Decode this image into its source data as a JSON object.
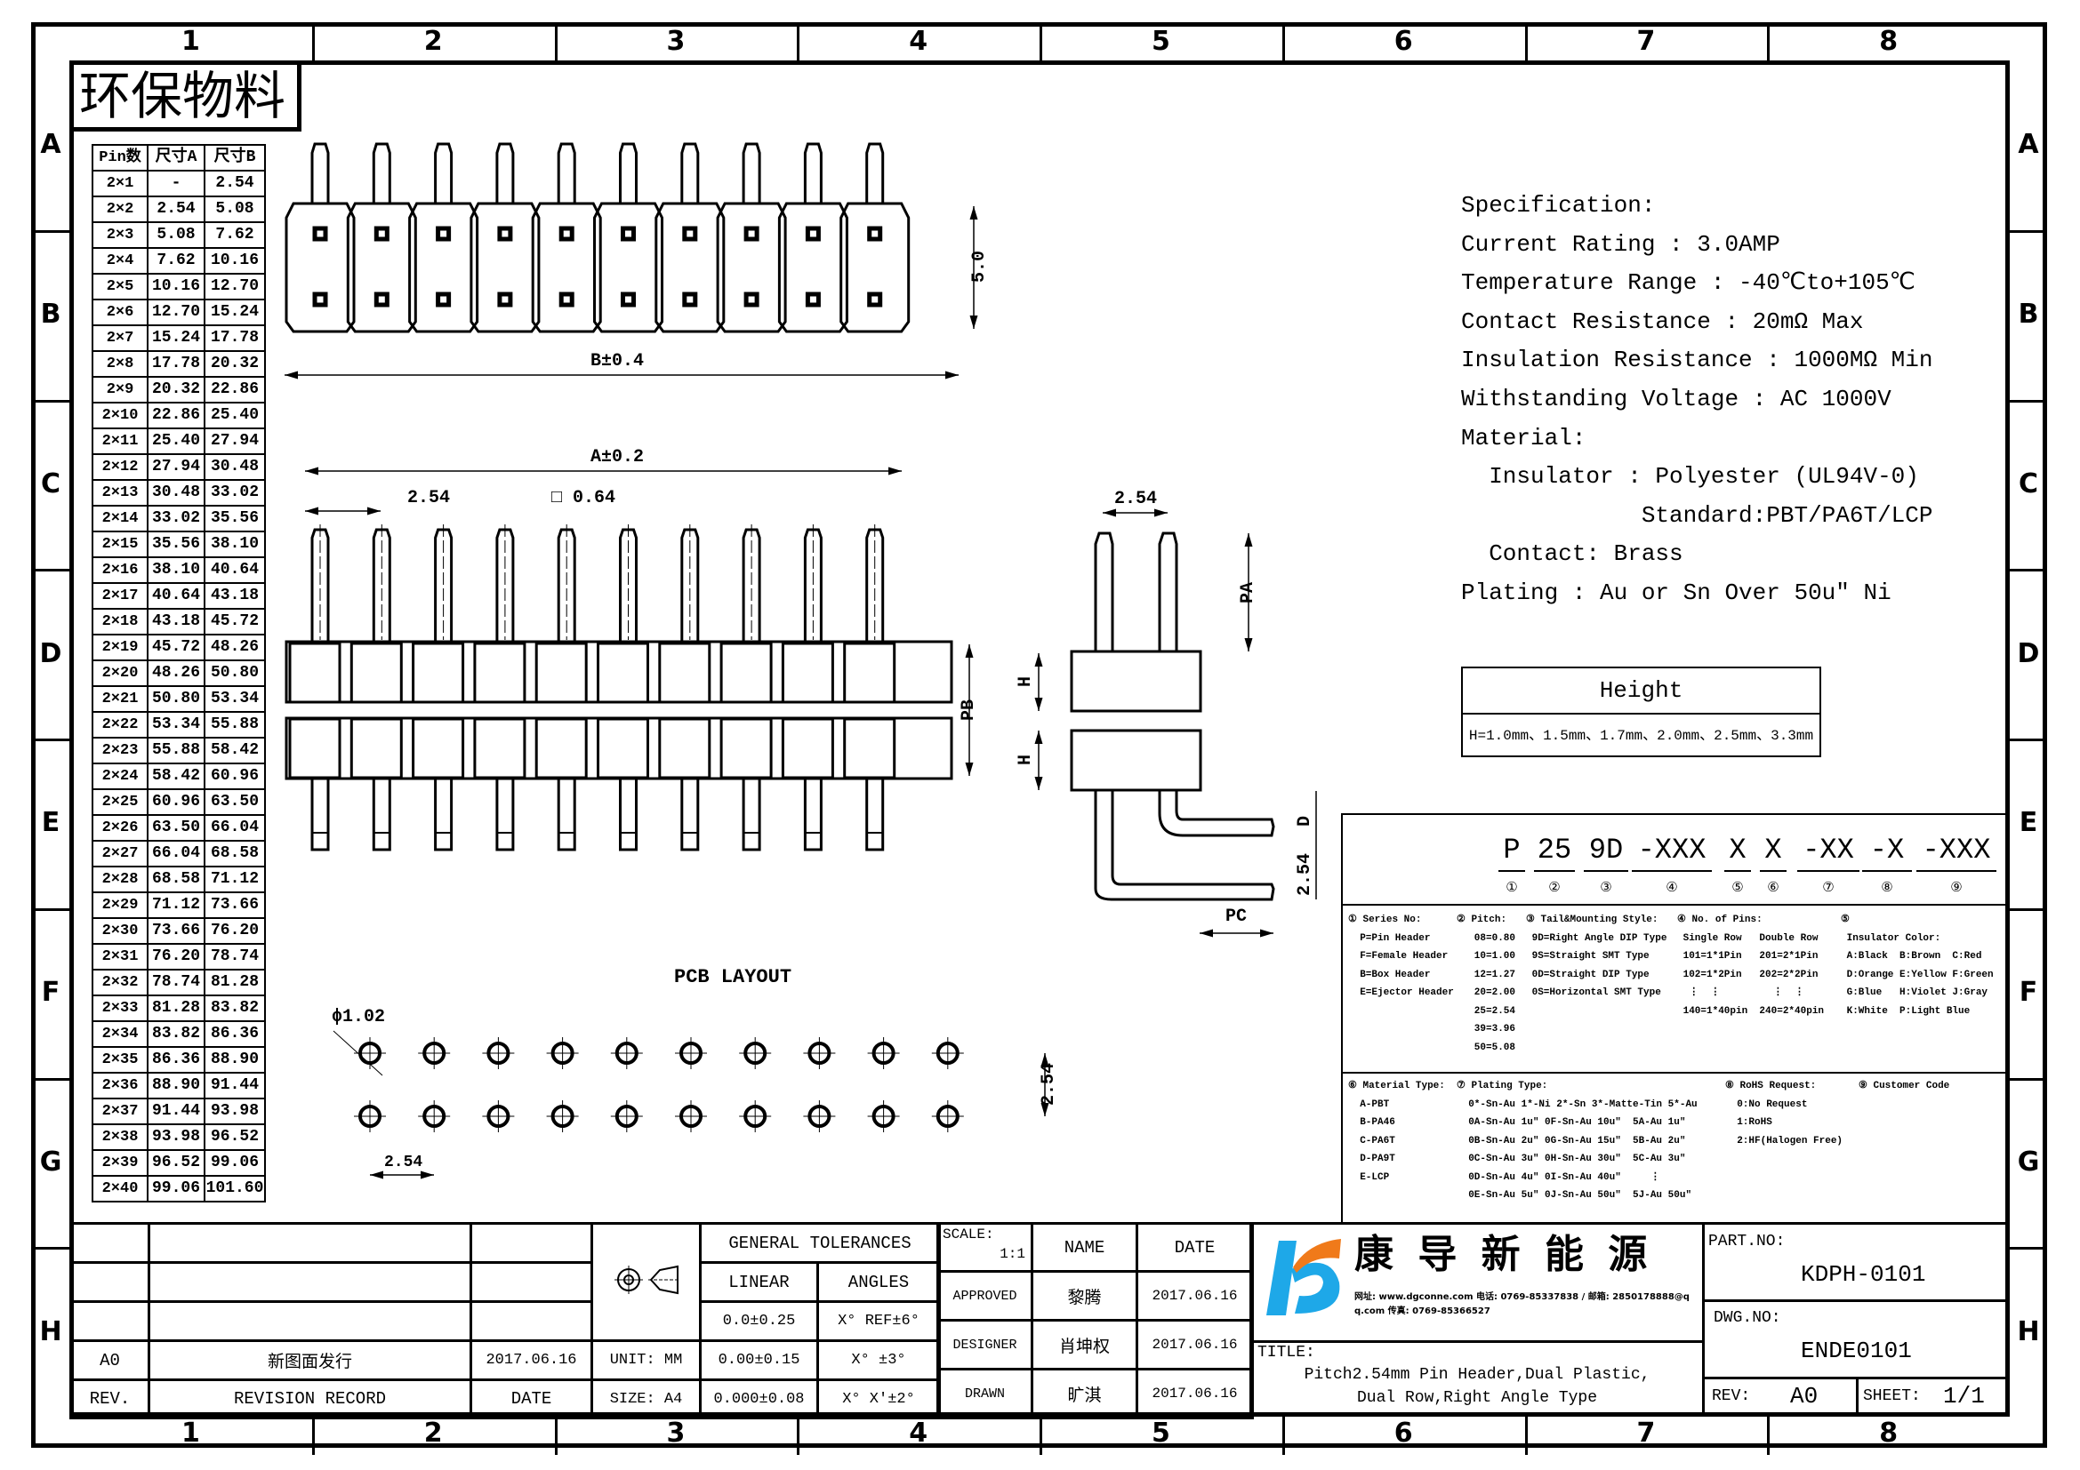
{
  "sheet": {
    "zones_columns": [
      "1",
      "2",
      "3",
      "4",
      "5",
      "6",
      "7",
      "8"
    ],
    "zones_rows": [
      "A",
      "B",
      "C",
      "D",
      "E",
      "F",
      "G",
      "H"
    ],
    "cn_title": "环保物料"
  },
  "dimension_table": {
    "headers": [
      "Pin数",
      "尺寸A",
      "尺寸B"
    ],
    "rows": [
      [
        "2×1",
        "-",
        "2.54"
      ],
      [
        "2×2",
        "2.54",
        "5.08"
      ],
      [
        "2×3",
        "5.08",
        "7.62"
      ],
      [
        "2×4",
        "7.62",
        "10.16"
      ],
      [
        "2×5",
        "10.16",
        "12.70"
      ],
      [
        "2×6",
        "12.70",
        "15.24"
      ],
      [
        "2×7",
        "15.24",
        "17.78"
      ],
      [
        "2×8",
        "17.78",
        "20.32"
      ],
      [
        "2×9",
        "20.32",
        "22.86"
      ],
      [
        "2×10",
        "22.86",
        "25.40"
      ],
      [
        "2×11",
        "25.40",
        "27.94"
      ],
      [
        "2×12",
        "27.94",
        "30.48"
      ],
      [
        "2×13",
        "30.48",
        "33.02"
      ],
      [
        "2×14",
        "33.02",
        "35.56"
      ],
      [
        "2×15",
        "35.56",
        "38.10"
      ],
      [
        "2×16",
        "38.10",
        "40.64"
      ],
      [
        "2×17",
        "40.64",
        "43.18"
      ],
      [
        "2×18",
        "43.18",
        "45.72"
      ],
      [
        "2×19",
        "45.72",
        "48.26"
      ],
      [
        "2×20",
        "48.26",
        "50.80"
      ],
      [
        "2×21",
        "50.80",
        "53.34"
      ],
      [
        "2×22",
        "53.34",
        "55.88"
      ],
      [
        "2×23",
        "55.88",
        "58.42"
      ],
      [
        "2×24",
        "58.42",
        "60.96"
      ],
      [
        "2×25",
        "60.96",
        "63.50"
      ],
      [
        "2×26",
        "63.50",
        "66.04"
      ],
      [
        "2×27",
        "66.04",
        "68.58"
      ],
      [
        "2×28",
        "68.58",
        "71.12"
      ],
      [
        "2×29",
        "71.12",
        "73.66"
      ],
      [
        "2×30",
        "73.66",
        "76.20"
      ],
      [
        "2×31",
        "76.20",
        "78.74"
      ],
      [
        "2×32",
        "78.74",
        "81.28"
      ],
      [
        "2×33",
        "81.28",
        "83.82"
      ],
      [
        "2×34",
        "83.82",
        "86.36"
      ],
      [
        "2×35",
        "86.36",
        "88.90"
      ],
      [
        "2×36",
        "88.90",
        "91.44"
      ],
      [
        "2×37",
        "91.44",
        "93.98"
      ],
      [
        "2×38",
        "93.98",
        "96.52"
      ],
      [
        "2×39",
        "96.52",
        "99.06"
      ],
      [
        "2×40",
        "99.06",
        "101.60"
      ]
    ]
  },
  "drawing": {
    "pin_count_drawn": 10,
    "top_view": {
      "height_dim": "5.0",
      "width_dim": "B±0.4"
    },
    "front_view": {
      "length_dim": "A±0.2",
      "pitch_dim": "2.54",
      "pin_size_dim": "□ 0.64",
      "pb_dim": "PB"
    },
    "side_view": {
      "pitch_dim": "2.54",
      "pa_dim": "PA",
      "h_dim_1": "H",
      "h_dim_2": "H",
      "d_dim": "D",
      "row_pitch_dim": "2.54",
      "pc_dim": "PC"
    },
    "pcb_layout": {
      "title": "PCB LAYOUT",
      "hole_dim": "ϕ1.02",
      "row_pitch_dim": "2.54",
      "col_pitch_dim": "2.54"
    }
  },
  "specification": {
    "lines": [
      "Specification:",
      "Current Rating : 3.0AMP",
      "Temperature Range : -40℃to+105℃",
      "Contact Resistance : 20mΩ Max",
      "Insulation Resistance : 1000MΩ Min",
      "Withstanding Voltage : AC 1000V",
      "Material:",
      "  Insulator : Polyester (UL94V-0)",
      "             Standard:PBT/PA6T/LCP",
      "  Contact: Brass",
      "Plating : Au or Sn Over 50u\" Ni"
    ]
  },
  "height_table": {
    "title": "Height",
    "value": "H=1.0mm、1.5mm、1.7mm、2.0mm、2.5mm、3.3mm"
  },
  "ordering_code": {
    "segments": [
      {
        "text": "P",
        "num": "①"
      },
      {
        "text": "25",
        "num": "②"
      },
      {
        "text": "9D",
        "num": "③"
      },
      {
        "text": "-XXX",
        "num": "④"
      },
      {
        "text": "X",
        "num": "⑤"
      },
      {
        "text": "X",
        "num": "⑥"
      },
      {
        "text": "-XX",
        "num": "⑦"
      },
      {
        "text": "-X",
        "num": "⑧"
      },
      {
        "text": "-XXX",
        "num": "⑨"
      }
    ],
    "sections": {
      "series": "① Series No:\n  P=Pin Header\n  F=Female Header\n  B=Box Header\n  E=Ejector Header",
      "pitch": "② Pitch:\n   08=0.80\n   10=1.00\n   12=1.27\n   20=2.00\n   25=2.54\n   39=3.96\n   50=5.08",
      "tail": "③ Tail&Mounting Style:\n 9D=Right Angle DIP Type\n 9S=Straight SMT Type\n 0D=Straight DIP Type\n 0S=Horizontal SMT Type",
      "pins": "④ No. of Pins:\n Single Row   Double Row\n 101=1*1Pin   201=2*1Pin\n 102=1*2Pin   202=2*2Pin\n  ⋮  ⋮         ⋮  ⋮\n 140=1*40pin  240=2*40pin",
      "color": "⑤\n Insulator Color:\n A:Black  B:Brown  C:Red\n D:Orange E:Yellow F:Green\n G:Blue   H:Violet J:Gray\n K:White  P:Light Blue",
      "material": "⑥ Material Type:\n  A-PBT\n  B-PA46\n  C-PA6T\n  D-PA9T\n  E-LCP",
      "plating": "⑦ Plating Type:\n  0*-Sn-Au 1*-Ni 2*-Sn 3*-Matte-Tin 5*-Au\n  0A-Sn-Au 1u\" 0F-Sn-Au 10u\"  5A-Au 1u\"\n  0B-Sn-Au 2u\" 0G-Sn-Au 15u\"  5B-Au 2u\"\n  0C-Sn-Au 3u\" 0H-Sn-Au 30u\"  5C-Au 3u\"\n  0D-Sn-Au 4u\" 0I-Sn-Au 40u\"     ⋮\n  0E-Sn-Au 5u\" 0J-Sn-Au 50u\"  5J-Au 50u\"",
      "rohs": "⑧ RoHS Request:\n  0:No Request\n  1:RoHS\n  2:HF(Halogen Free)",
      "customer": "⑨ Customer Code"
    }
  },
  "title_block": {
    "revision": {
      "rev": "A0",
      "record": "新图面发行",
      "date": "2017.06.16",
      "rev_label": "REV.",
      "record_label": "REVISION RECORD",
      "date_label": "DATE"
    },
    "unit": "UNIT: MM",
    "size": "SIZE: A4",
    "tolerances": {
      "title": "GENERAL TOLERANCES",
      "linear_label": "LINEAR",
      "angles_label": "ANGLES",
      "linear": [
        "0.0±0.25",
        "0.00±0.15",
        "0.000±0.08"
      ],
      "angles": [
        "X° REF±6°",
        "X° ±3°",
        "X° X'±2°"
      ]
    },
    "scale_label": "SCALE:",
    "scale": "1:1",
    "name_label": "NAME",
    "date_label": "DATE",
    "approved_label": "APPROVED",
    "approved_name": "黎腾",
    "approved_date": "2017.06.16",
    "designer_label": "DESIGNER",
    "designer_name": "肖坤权",
    "designer_date": "2017.06.16",
    "drawn_label": "DRAWN",
    "drawn_name": "旷淇",
    "drawn_date": "2017.06.16",
    "company_name": "康 导 新 能 源",
    "company_contact": "网址: www.dgconne.com 电话: 0769-85337838 / 邮箱: 2850178888@qq.com 传真: 0769-85366527",
    "title_label": "TITLE:",
    "title_line1": "Pitch2.54mm Pin Header,Dual Plastic,",
    "title_line2": "Dual Row,Right Angle Type",
    "part_no_label": "PART.NO:",
    "part_no": "KDPH-0101",
    "dwg_no_label": "DWG.NO:",
    "dwg_no": "ENDE0101",
    "rev_label2": "REV:",
    "rev_value": "A0",
    "sheet_label": "SHEET:",
    "sheet_value": "1/1",
    "colors": {
      "logo_blue": "#1EA8E8",
      "logo_orange": "#F07A1A"
    }
  }
}
